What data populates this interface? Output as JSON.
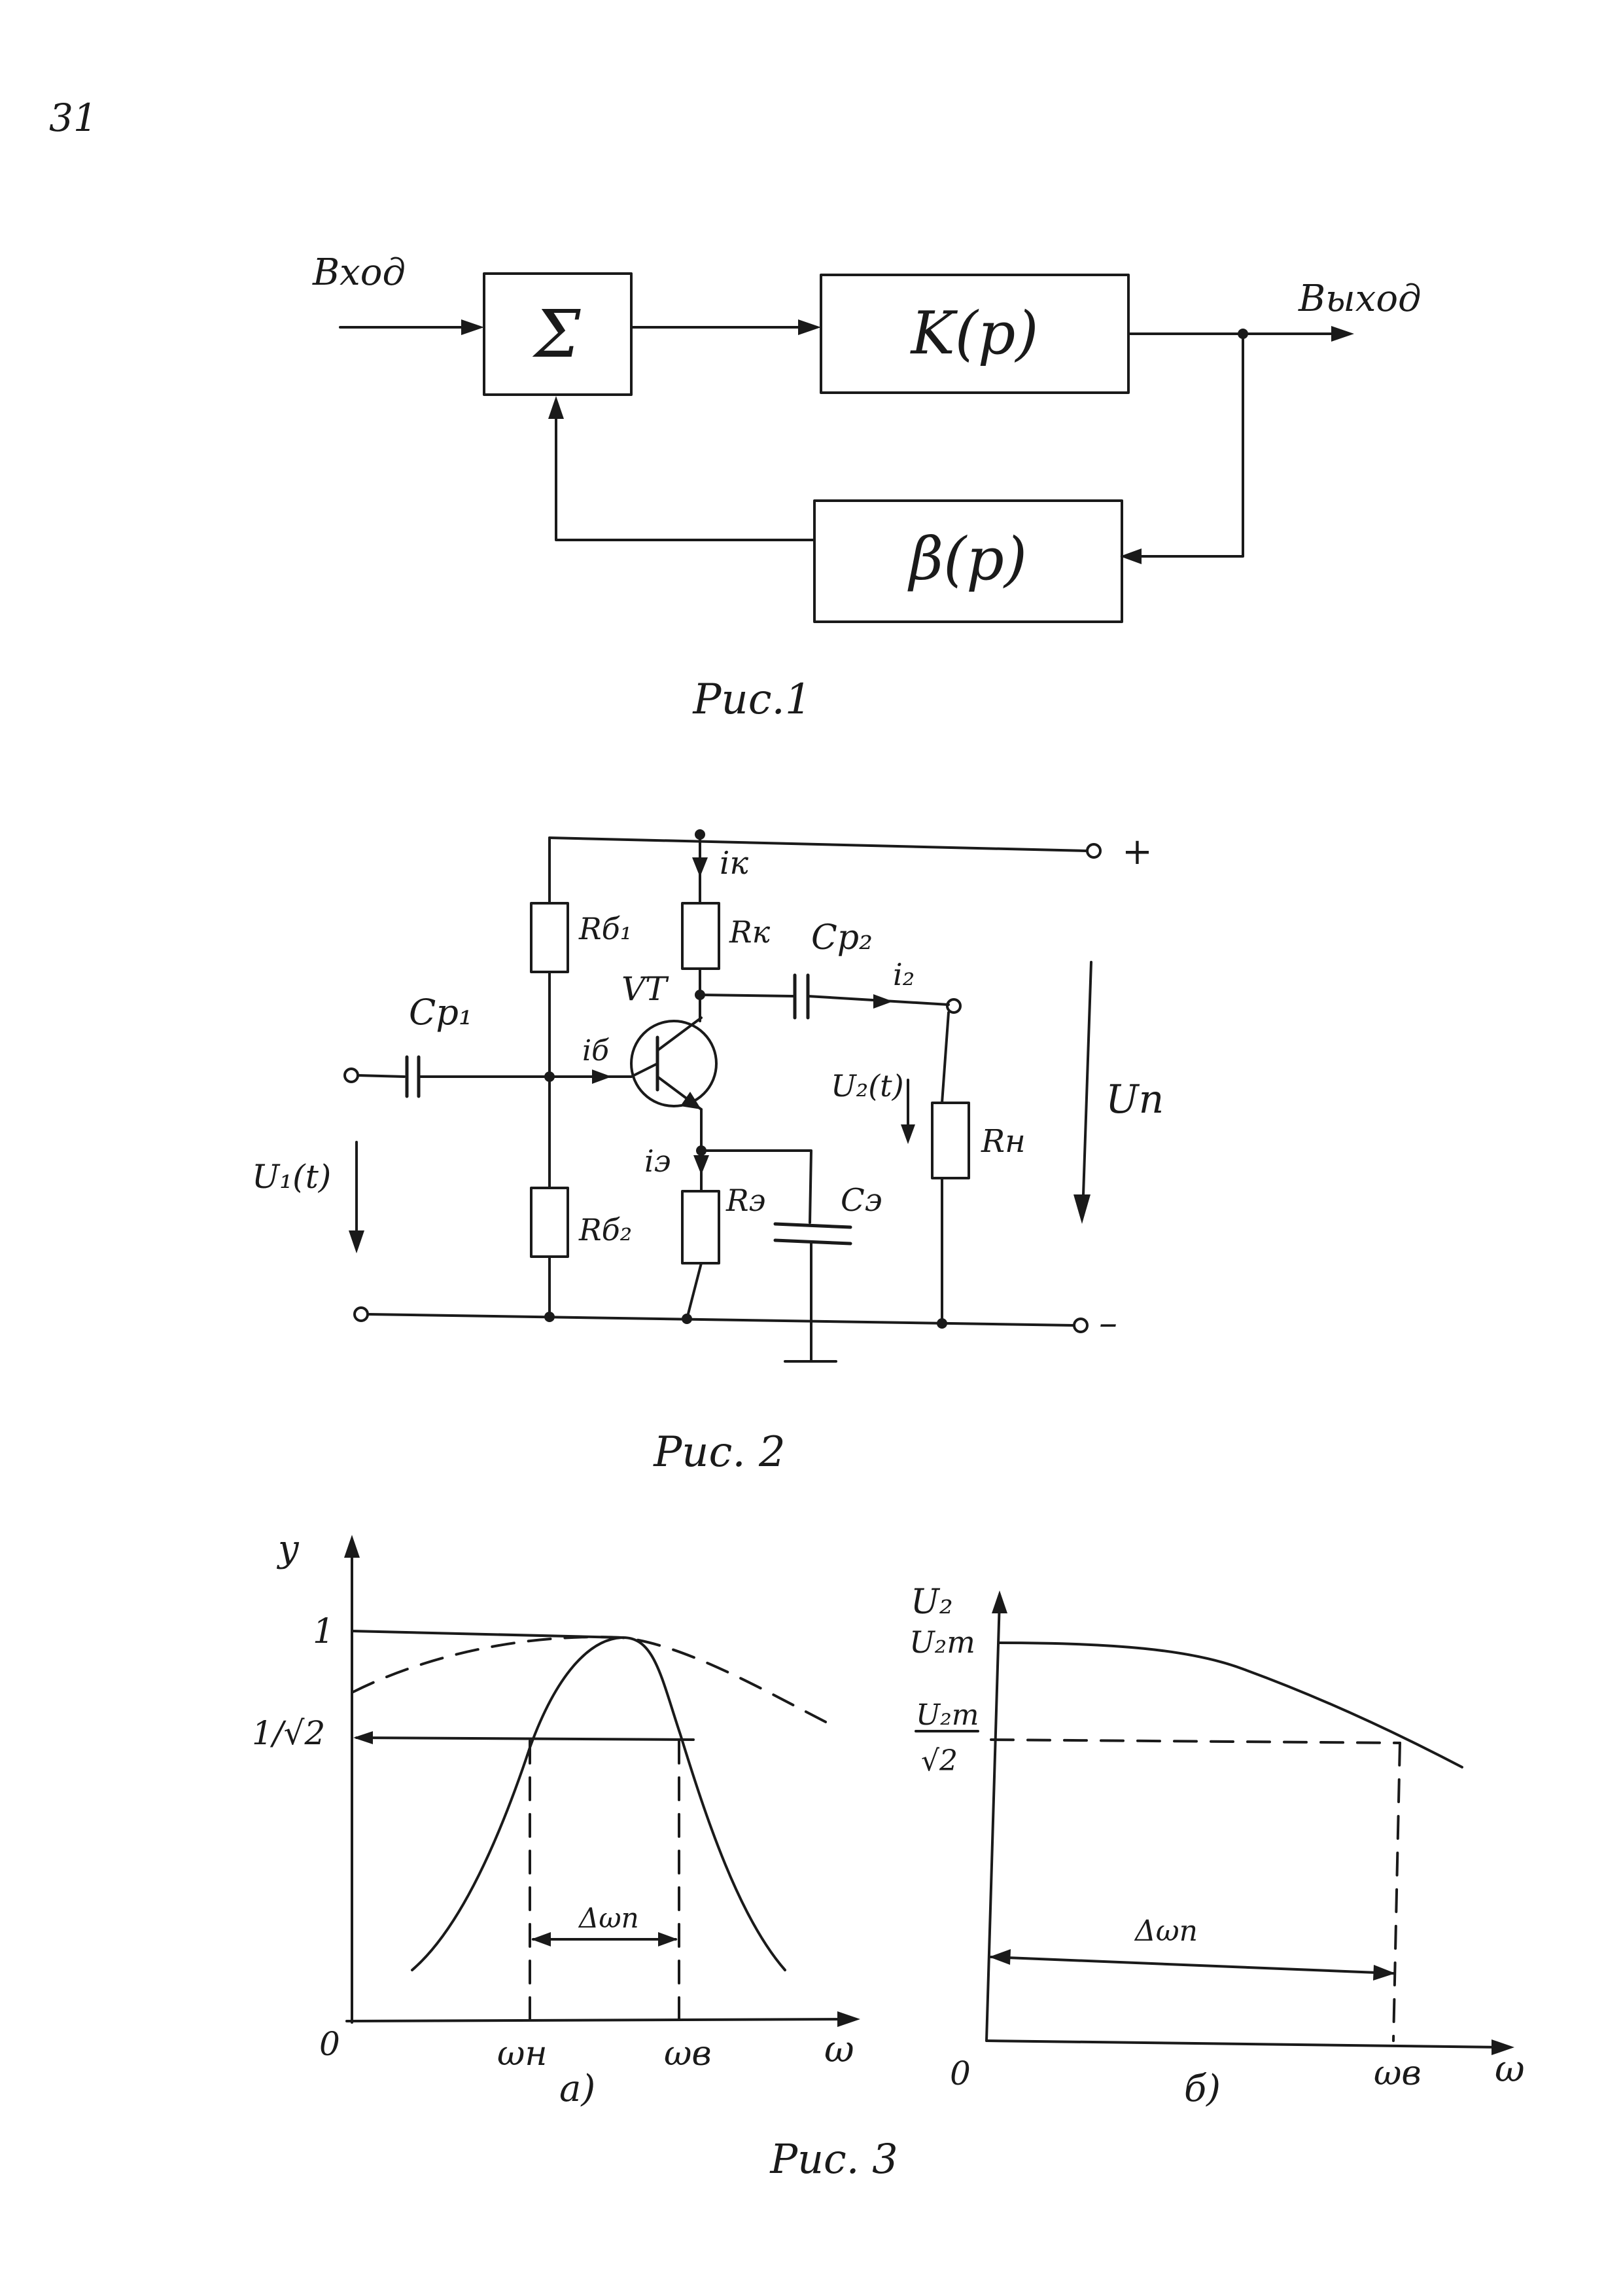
{
  "page_number": "31",
  "fig1": {
    "input_label": "Вход",
    "output_label": "Выход",
    "sum_symbol": "Σ",
    "forward_block": "K(p)",
    "feedback_block": "β(p)",
    "caption": "Рис.1"
  },
  "fig2": {
    "rb1": "Rб₁",
    "rb2": "Rб₂",
    "rk": "Rк",
    "re": "Rэ",
    "rn": "Rн",
    "cp1": "Cр₁",
    "cp2": "Cр₂",
    "ce": "Cэ",
    "transistor": "VT",
    "ik": "iк",
    "ib": "iб",
    "ie": "iэ",
    "i2": "i₂",
    "u1": "U₁(t)",
    "u2": "U₂(t)",
    "un": "Uп",
    "plus": "+",
    "minus": "–",
    "caption": "Рис. 2"
  },
  "fig3": {
    "a": {
      "y_label": "y",
      "tick_1": "1",
      "tick_inv_sqrt2": "1/√2",
      "origin": "0",
      "w_n": "ωн",
      "w_v": "ωв",
      "w": "ω",
      "band": "Δωп",
      "sub": "а)"
    },
    "b": {
      "y_label": "U₂",
      "u2m": "U₂m",
      "u2m_num": "U₂m",
      "u2m_den": "√2",
      "origin": "0",
      "w_v": "ωв",
      "w": "ω",
      "band": "Δωп",
      "sub": "б)"
    },
    "caption": "Рис. 3"
  }
}
